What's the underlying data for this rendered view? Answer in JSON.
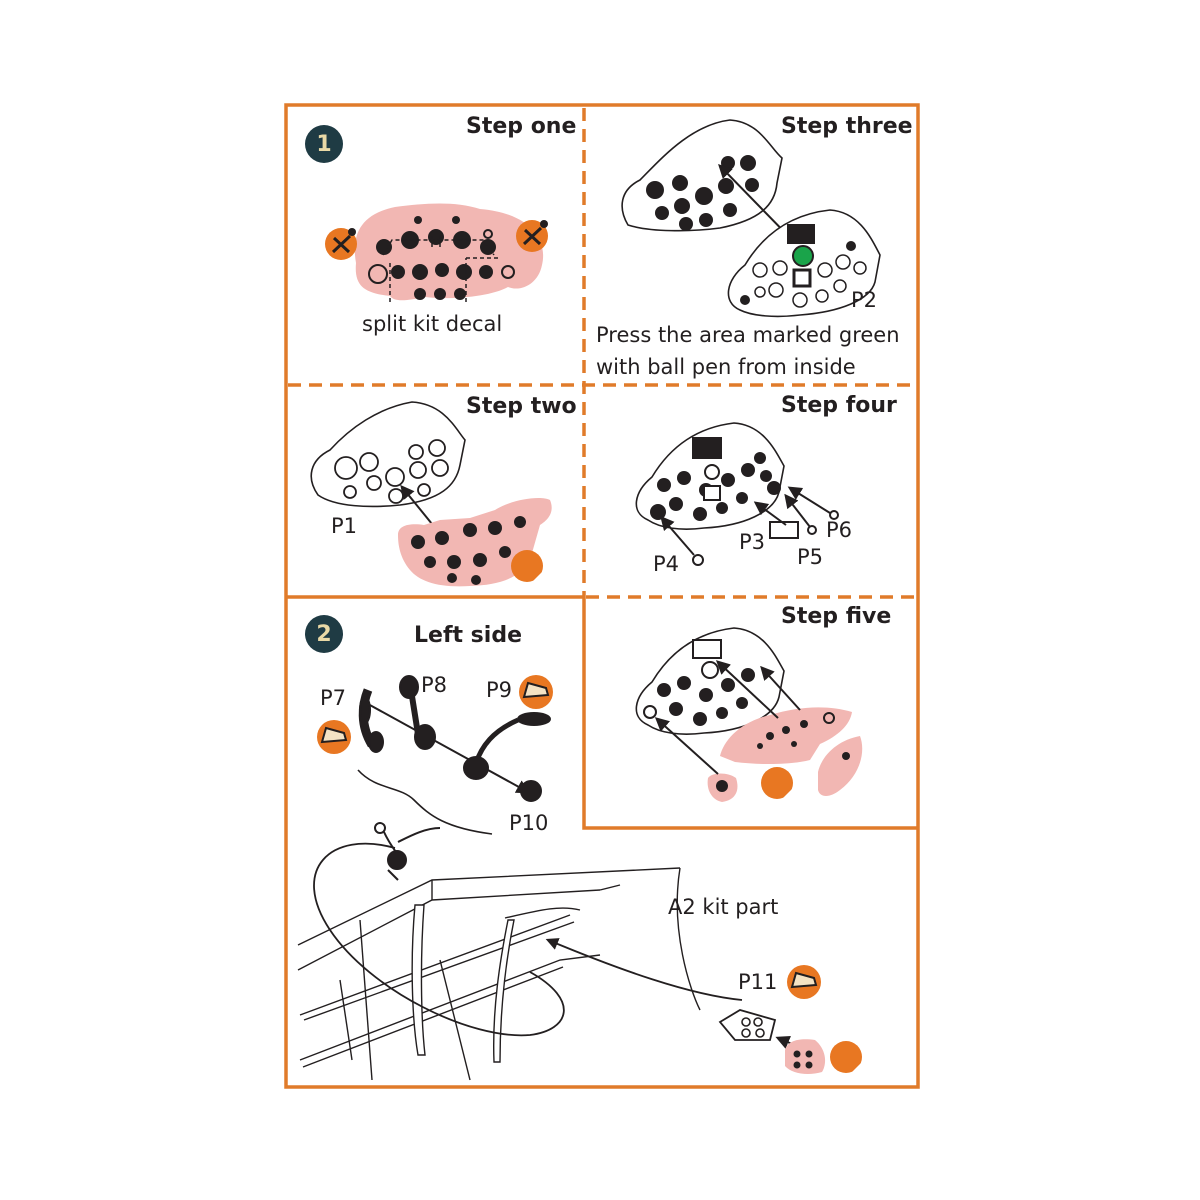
{
  "colors": {
    "frame": "#e07b2a",
    "badge": "#1f3b44",
    "badge_text": "#e9d9a6",
    "decal_pink": "#f2b7b3",
    "press_green": "#1aa44a",
    "icon_orange": "#e87722",
    "ink": "#231f20"
  },
  "section1": {
    "badge": "1",
    "step_one": {
      "title": "Step one",
      "note": "split kit decal"
    },
    "step_two": {
      "title": "Step two",
      "parts": [
        "P1"
      ]
    },
    "step_three": {
      "title": "Step three",
      "parts": [
        "P2"
      ],
      "note_line1": "Press the area marked green",
      "note_line2": "with ball pen from inside"
    },
    "step_four": {
      "title": "Step four",
      "parts": [
        "P3",
        "P4",
        "P5",
        "P6"
      ]
    },
    "step_five": {
      "title": "Step five"
    }
  },
  "section2": {
    "badge": "2",
    "title": "Left side",
    "parts": [
      "P7",
      "P8",
      "P9",
      "P10",
      "P11"
    ],
    "kit_part": "A2 kit part"
  },
  "icons": {
    "cut": "scissors-icon",
    "decal_ref": "decal-sheet-1-icon",
    "photoetch": "photo-etch-part-icon"
  }
}
